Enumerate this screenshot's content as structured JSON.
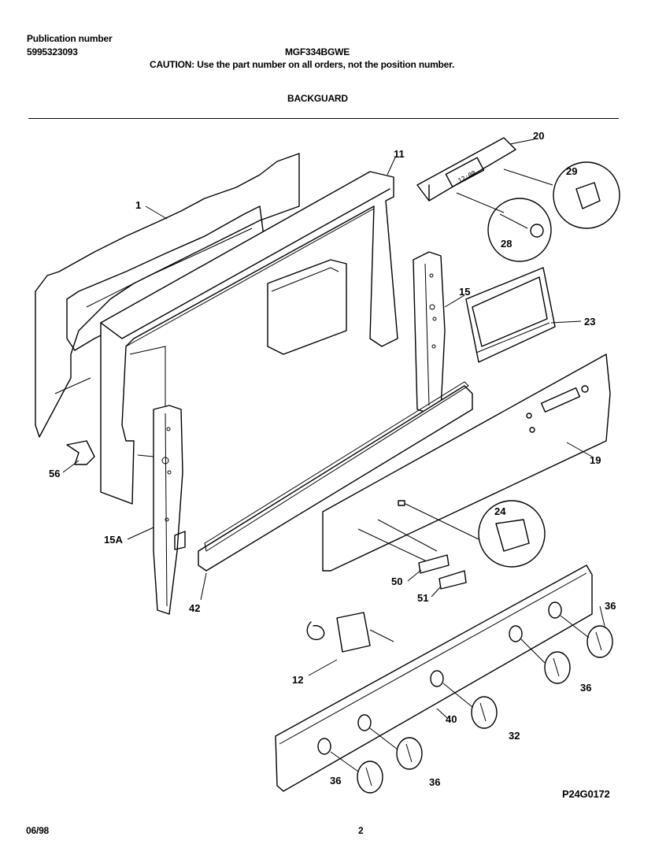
{
  "header": {
    "publication_label": "Publication number",
    "publication_number": "5995323093",
    "model": "MGF334BGWE",
    "caution": "CAUTION:  Use the part number on all orders, not the position number.",
    "section_title": "BACKGUARD"
  },
  "footer": {
    "date": "06/98",
    "page": "2",
    "diagram_code": "P24G0172"
  },
  "display": {
    "clock": "12:00"
  },
  "callouts": {
    "p1": "1",
    "p11": "11",
    "p20": "20",
    "p29": "29",
    "p28": "28",
    "p15": "15",
    "p23": "23",
    "p19": "19",
    "p56": "56",
    "p15a": "15A",
    "p24": "24",
    "p42": "42",
    "p50": "50",
    "p51": "51",
    "p36a": "36",
    "p36b": "36",
    "p12": "12",
    "p40": "40",
    "p32": "32",
    "p36c": "36",
    "p36d": "36"
  }
}
